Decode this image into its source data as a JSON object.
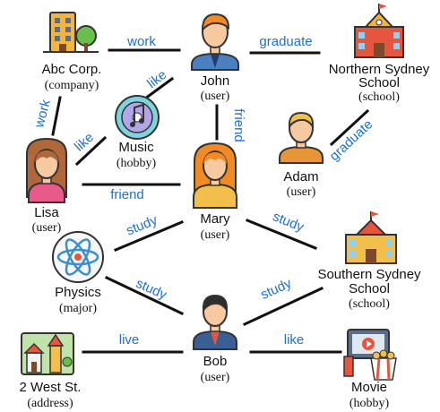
{
  "colors": {
    "relation": "#1f6fd1",
    "edge": "#111111"
  },
  "nodes": {
    "abc": {
      "name": "Abc Corp.",
      "type": "company",
      "icon": "office-building-icon"
    },
    "john": {
      "name": "John",
      "type": "user",
      "icon": "man-avatar-icon"
    },
    "northern": {
      "name_line1": "Northern Sydney",
      "name_line2": "School",
      "type": "school",
      "icon": "school-building-icon"
    },
    "music": {
      "name": "Music",
      "type": "hobby",
      "icon": "music-note-icon"
    },
    "adam": {
      "name": "Adam",
      "type": "user",
      "icon": "man-avatar-icon"
    },
    "lisa": {
      "name": "Lisa",
      "type": "user",
      "icon": "woman-avatar-icon"
    },
    "mary": {
      "name": "Mary",
      "type": "user",
      "icon": "woman-avatar-icon"
    },
    "physics": {
      "name": "Physics",
      "type": "major",
      "icon": "atom-icon"
    },
    "southern": {
      "name_line1": "Southern Sydney",
      "name_line2": "School",
      "type": "school",
      "icon": "school-building-icon"
    },
    "bob": {
      "name": "Bob",
      "type": "user",
      "icon": "man-avatar-icon"
    },
    "west": {
      "name": "2 West St.",
      "type": "address",
      "icon": "town-icon"
    },
    "movie": {
      "name": "Movie",
      "type": "hobby",
      "icon": "movie-popcorn-icon"
    }
  },
  "edges": {
    "abc_john": "work",
    "john_northern": "graduate",
    "john_music": "like",
    "abc_lisa": "work",
    "lisa_music": "like",
    "john_mary": "friend",
    "adam_northern": "graduate",
    "lisa_mary": "friend",
    "mary_physics": "study",
    "mary_southern": "study",
    "physics_bob": "study",
    "bob_southern": "study",
    "west_bob": "live",
    "bob_movie": "like"
  }
}
